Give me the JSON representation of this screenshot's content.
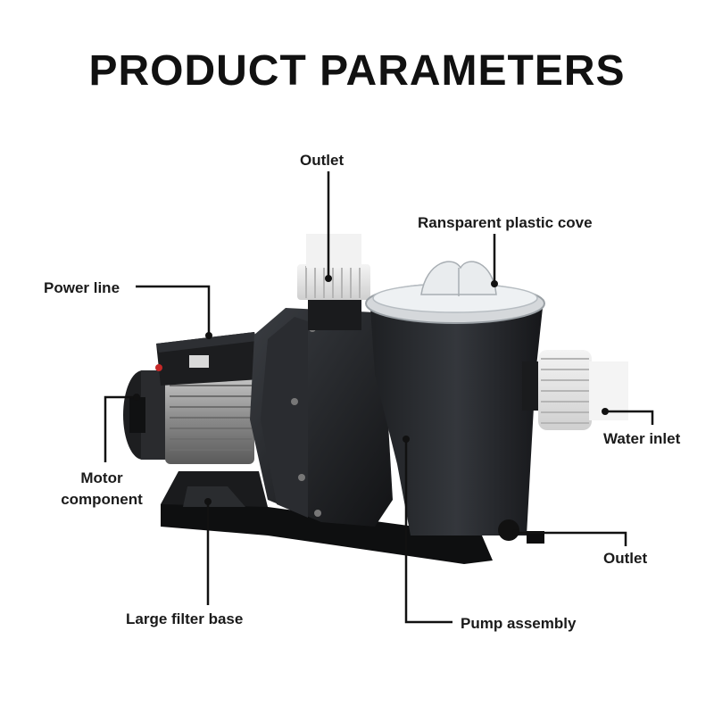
{
  "title": "PRODUCT PARAMETERS",
  "labels": {
    "outlet_top": "Outlet",
    "cover": "Ransparent plastic cove",
    "power_line": "Power line",
    "motor_line1": "Motor",
    "motor_line2": "component",
    "water_inlet": "Water inlet",
    "outlet_bottom": "Outlet",
    "filter_base": "Large filter base",
    "pump_assembly": "Pump assembly"
  }
}
